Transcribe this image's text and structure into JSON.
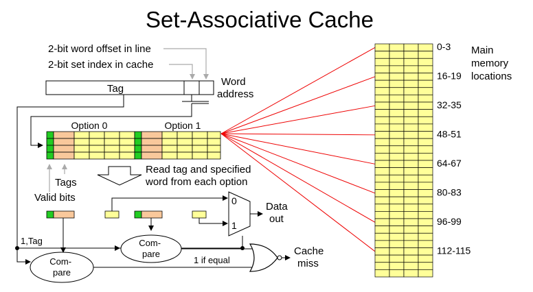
{
  "title": "Set-Associative Cache",
  "labels": {
    "word_offset": "2-bit word offset in line",
    "set_index": "2-bit set index in cache",
    "tag": "Tag",
    "word_address": [
      "Word",
      "address"
    ],
    "option0": "Option 0",
    "option1": "Option 1",
    "tags": "Tags",
    "valid_bits": "Valid bits",
    "read_note": [
      "Read tag and specified",
      "word from each option"
    ],
    "mux_in0": "0",
    "mux_in1": "1",
    "data_out": [
      "Data",
      "out"
    ],
    "one_tag": "1,Tag",
    "compare": [
      "Com-",
      "pare"
    ],
    "if_equal": "1 if equal",
    "cache_miss": [
      "Cache",
      "miss"
    ],
    "main_memory": [
      "Main",
      "memory",
      "locations"
    ]
  },
  "memory_addresses": [
    "0-3",
    "16-19",
    "32-35",
    "48-51",
    "64-67",
    "80-83",
    "96-99",
    "112-115"
  ],
  "colors": {
    "cell_yellow": "#ffff99",
    "tag_orange": "#f9c89b",
    "valid_green": "#22cc22",
    "line_red": "#ee0000",
    "arrow_gray": "#aaaaaa"
  }
}
